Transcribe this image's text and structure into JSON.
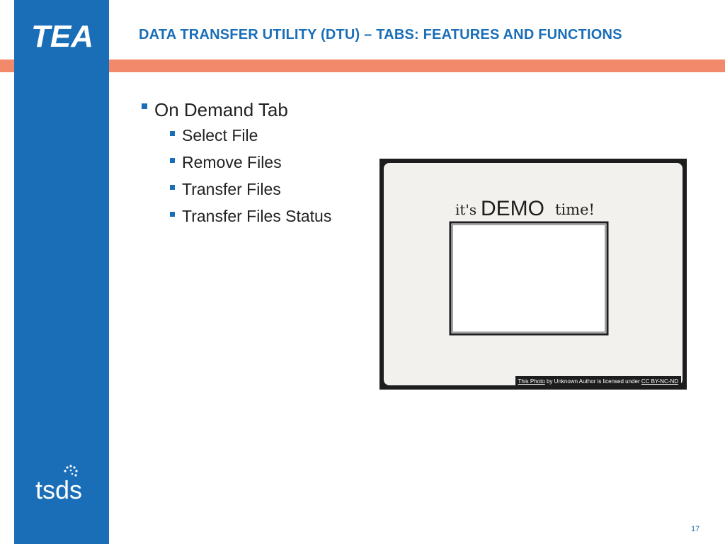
{
  "slide": {
    "title": "DATA TRANSFER UTILITY (DTU) – TABS: FEATURES AND FUNCTIONS",
    "page_number": "17"
  },
  "logos": {
    "top": "TEA",
    "bottom": "tsds"
  },
  "content": {
    "main_bullet": "On Demand Tab",
    "sub_bullets": [
      "Select File",
      "Remove Files",
      "Transfer Files",
      "Transfer Files Status"
    ]
  },
  "photo": {
    "demo_text_1": "it's",
    "demo_text_2": "DEMO",
    "demo_text_3": "time!",
    "caption_link1": "This Photo",
    "caption_mid": " by Unknown Author is licensed under ",
    "caption_link2": "CC BY-NC-ND"
  },
  "colors": {
    "brand_blue": "#1a6eb7",
    "accent_orange": "#f2896a"
  }
}
